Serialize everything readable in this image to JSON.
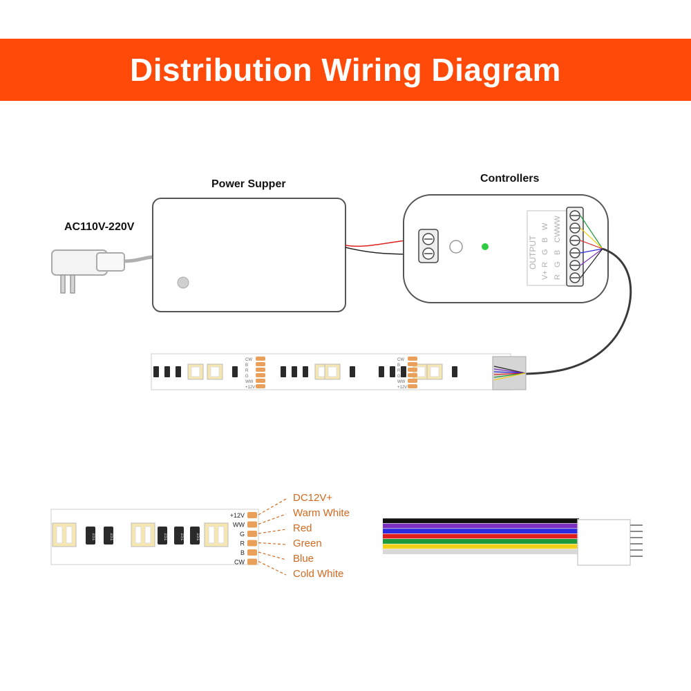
{
  "header": {
    "title": "Distribution Wiring Diagram",
    "bg_color": "#ff4a0a"
  },
  "labels": {
    "power_supply": "Power Supper",
    "controllers": "Controllers",
    "ac_input": "AC110V-220V"
  },
  "controller": {
    "output_label": "OUTPUT",
    "terminals": [
      "V+",
      "R",
      "G",
      "B",
      "W"
    ],
    "terminals_row2": [
      "R",
      "G",
      "B",
      "CW",
      "WW"
    ]
  },
  "strip": {
    "pads_left": [
      "CW",
      "B",
      "R",
      "G",
      "WW",
      "+12V"
    ],
    "pads_right": [
      "CW",
      "B",
      "R",
      "G",
      "WW",
      "+12V"
    ],
    "chip_code": "151"
  },
  "detail": {
    "pins": [
      "+12V",
      "WW",
      "G",
      "R",
      "B",
      "CW"
    ],
    "legend": [
      "DC12V+",
      "Warm White",
      "Red",
      "Green",
      "Blue",
      "Cold White"
    ],
    "legend_color": "#d2691e",
    "wire_colors": [
      "#111111",
      "#7b2fbf",
      "#2a2ae0",
      "#e01f1f",
      "#1f9a3a",
      "#f2d21a",
      "#d8d8d8"
    ]
  }
}
